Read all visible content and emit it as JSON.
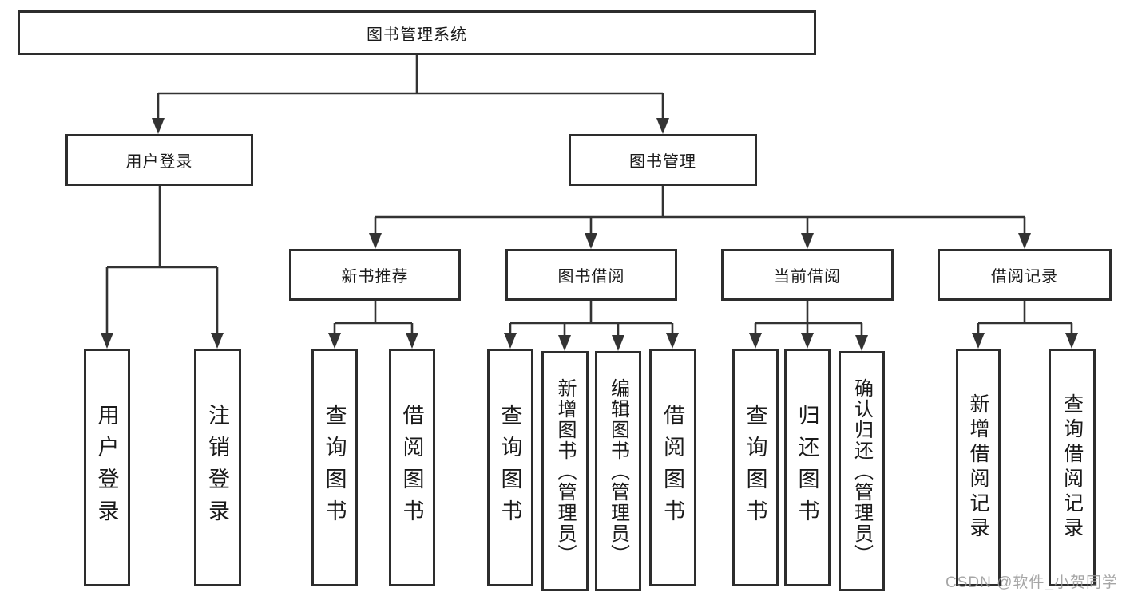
{
  "root": {
    "label": "图书管理系统",
    "children": [
      {
        "label": "用户登录",
        "children": [
          {
            "label": "用户登录"
          },
          {
            "label": "注销登录"
          }
        ]
      },
      {
        "label": "图书管理",
        "children": [
          {
            "label": "新书推荐",
            "children": [
              {
                "label": "查询图书"
              },
              {
                "label": "借阅图书"
              }
            ]
          },
          {
            "label": "图书借阅",
            "children": [
              {
                "label": "查询图书"
              },
              {
                "label": "新增图书（管理员）"
              },
              {
                "label": "编辑图书（管理员）"
              },
              {
                "label": "借阅图书"
              }
            ]
          },
          {
            "label": "当前借阅",
            "children": [
              {
                "label": "查询图书"
              },
              {
                "label": "归还图书"
              },
              {
                "label": "确认归还（管理员）"
              }
            ]
          },
          {
            "label": "借阅记录",
            "children": [
              {
                "label": "新增借阅记录"
              },
              {
                "label": "查询借阅记录"
              }
            ]
          }
        ]
      }
    ]
  },
  "watermark": {
    "text": "CSDN @软件_小贺同学"
  },
  "colors": {
    "line": "#333333",
    "box_border": "#2d2d2d",
    "text": "#1a1a1a",
    "background": "#ffffff",
    "watermark": "#969696"
  }
}
